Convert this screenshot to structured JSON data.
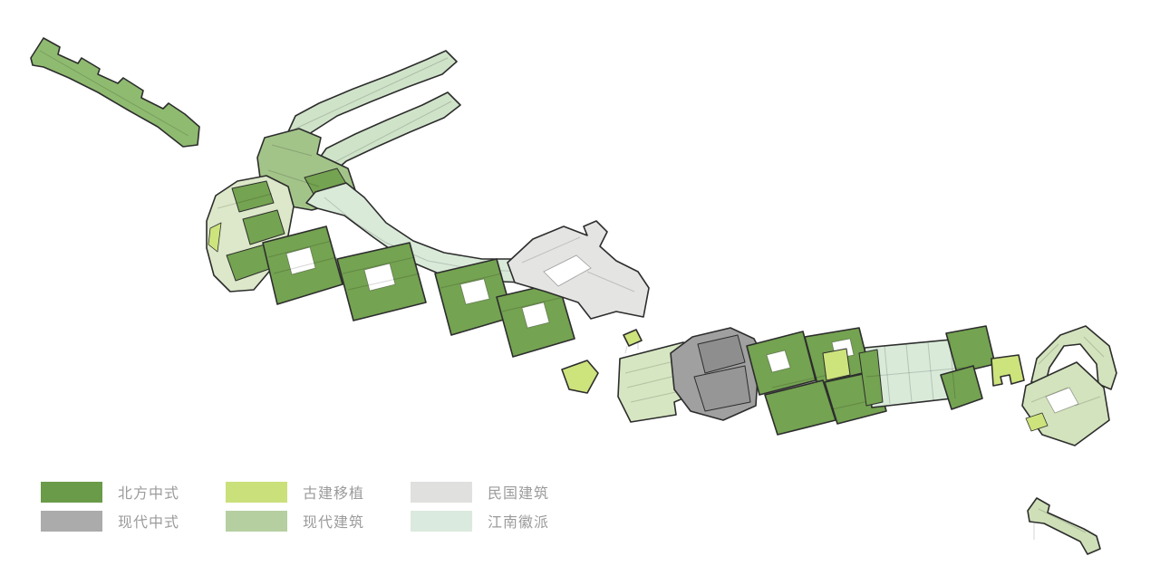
{
  "legend": {
    "items": [
      {
        "id": "north-chinese",
        "label": "北方中式",
        "color": "#6a9b48"
      },
      {
        "id": "modern-chinese",
        "label": "现代中式",
        "color": "#ababab"
      },
      {
        "id": "ancient-transplant",
        "label": "古建移植",
        "color": "#c9e07b"
      },
      {
        "id": "modern-architecture",
        "label": "现代建筑",
        "color": "#b6cfa1"
      },
      {
        "id": "republic-era",
        "label": "民国建筑",
        "color": "#e0e0df"
      },
      {
        "id": "jiangnan-hui",
        "label": "江南徽派",
        "color": "#daeade"
      }
    ]
  },
  "map": {
    "outline_color": "#2d2d2d",
    "hole_fill": "#ffffff",
    "detail_line_color": "rgba(0,0,0,0.16)",
    "clusters": [
      {
        "id": "northwest-ribbon",
        "style": "现代建筑",
        "fill": "#8fbb70",
        "polys": [
          {
            "p": "34,64 48,42 66,52 64,60 86,70 90,64 110,76 108,82 130,92 136,86 158,100 156,108 180,120 186,114 204,126 220,140 218,160 202,162 174,140 142,122 108,102 76,86 48,74 36,72"
          }
        ],
        "lines": [
          "44,56 208,150"
        ]
      },
      {
        "id": "upper-terrace-row",
        "style": "江南徽派",
        "fill": "#cfe3c9",
        "polys": [
          {
            "p": "316,150 326,128 352,114 390,98 432,82 470,66 492,56 504,68 488,82 450,96 410,112 372,128 344,146 330,160"
          }
        ],
        "lines": [
          "326,142 494,64"
        ]
      },
      {
        "id": "lower-terrace-row",
        "style": "江南徽派",
        "fill": "#cfe3c9",
        "polys": [
          {
            "p": "346,184 360,164 392,148 428,132 466,116 494,102 508,116 490,130 452,146 416,162 382,178 364,194 354,202"
          }
        ],
        "lines": [
          "356,186 498,112"
        ]
      },
      {
        "id": "junction-block",
        "style": "现代建筑",
        "fill": "#a3c489",
        "polys": [
          {
            "p": "292,152 330,142 354,152 350,170 384,186 392,210 374,224 344,232 310,226 288,204 284,174"
          },
          {
            "p": "336,196 372,186 384,206 348,218",
            "f": "#74a351",
            "sw": 1
          }
        ],
        "lines": [
          "300,160 344,172",
          "296,188 352,206"
        ]
      },
      {
        "id": "south-arcade",
        "style": "江南徽派",
        "fill": "#d9ead9",
        "polys": [
          {
            "p": "348,212 382,202 402,218 426,246 456,266 490,279 532,286 578,286 622,284 646,290 650,308 620,310 578,312 530,310 484,302 446,286 412,262 380,238 350,230 338,224"
          }
        ],
        "lines": [
          "358,218 392,246 426,268 472,288 528,298 586,300 644,298"
        ]
      },
      {
        "id": "west-court",
        "style": "现代建筑",
        "fill": "#dce8c9",
        "polys": [
          {
            "p": "238,216 262,200 294,194 318,206 324,228 318,260 302,294 280,320 254,322 236,304 228,274 228,244"
          },
          {
            "p": "232,252 244,246 240,278 230,270",
            "f": "#cde37c",
            "sw": 0.8
          },
          {
            "p": "256,208 294,200 302,224 264,234",
            "f": "#74a351",
            "sw": 1
          },
          {
            "p": "268,242 306,232 314,258 276,270",
            "f": "#74a351",
            "sw": 1
          },
          {
            "p": "250,282 292,270 300,296 260,310",
            "f": "#74a351",
            "sw": 1
          }
        ],
        "lines": [
          "240,230 300,214"
        ]
      },
      {
        "id": "courtyard-block-1",
        "style": "北方中式",
        "fill": "#74a351",
        "polys": [
          {
            "p": "290,268 360,250 378,314 306,336"
          }
        ],
        "holes": [
          "316,280 342,273 348,296 322,303"
        ],
        "lines": [
          "296,284 366,266",
          "302,302 372,284"
        ]
      },
      {
        "id": "courtyard-block-2",
        "style": "北方中式",
        "fill": "#74a351",
        "polys": [
          {
            "p": "372,286 452,268 470,334 390,354"
          }
        ],
        "holes": [
          "402,298 430,291 436,314 408,321"
        ],
        "lines": [
          "378,302 458,284",
          "384,320 464,302"
        ]
      },
      {
        "id": "courtyard-block-3",
        "style": "北方中式",
        "fill": "#74a351",
        "polys": [
          {
            "p": "480,302 548,286 566,350 498,370"
          }
        ],
        "holes": [
          "508,314 534,308 540,330 514,336"
        ],
        "lines": [
          "486,318 554,302"
        ]
      },
      {
        "id": "courtyard-block-4",
        "style": "北方中式",
        "fill": "#74a351",
        "polys": [
          {
            "p": "548,328 616,312 634,374 566,394"
          }
        ],
        "holes": [
          "576,340 600,334 606,356 582,362"
        ],
        "lines": [
          "554,344 622,328"
        ]
      },
      {
        "id": "republic-block",
        "style": "民国建筑",
        "fill": "#e4e4e3",
        "polys": [
          {
            "p": "560,290 588,264 622,250 648,260 644,250 658,244 670,256 662,272 680,288 704,300 716,318 710,350 680,344 652,352 638,334 602,322 568,312"
          }
        ],
        "holes": [
          "600,300 636,282 652,296 616,316"
        ],
        "lines": [
          "576,290 640,262",
          "648,300 700,322"
        ]
      },
      {
        "id": "relic-pavilion-south",
        "style": "古建移植",
        "fill": "#cde37c",
        "polys": [
          {
            "p": "620,408 648,398 660,412 648,434 628,430"
          }
        ]
      },
      {
        "id": "relic-bridge",
        "style": "古建移植",
        "fill": "#cde37c",
        "polys": [
          {
            "p": "688,370 702,364 708,376 694,382"
          }
        ],
        "lines": [
          "692,382 690,390",
          "704,378 704,386"
        ]
      },
      {
        "id": "east-pale-hall",
        "style": "现代建筑",
        "fill": "#d6e6c2",
        "polys": [
          {
            "p": "684,396 754,378 768,434 744,444 746,458 696,466 682,438"
          }
        ],
        "lines": [
          "690,412 756,396",
          "692,428 758,412",
          "696,444 750,432"
        ]
      },
      {
        "id": "modern-chinese-block",
        "style": "现代中式",
        "fill": "#a0a0a0",
        "polys": [
          {
            "p": "740,390 764,372 806,362 832,374 838,386 834,448 798,464 762,454 744,430"
          },
          {
            "p": "770,380 814,370 822,400 778,412",
            "f": "#8e8e8e",
            "sw": 1
          },
          {
            "p": "766,416 822,404 828,444 778,454",
            "f": "#969696",
            "sw": 1
          }
        ]
      },
      {
        "id": "east-courtyards",
        "style": "北方中式",
        "fill": "#74a351",
        "polys": [
          {
            "p": "824,382 886,366 900,420 838,436"
          },
          {
            "p": "888,372 948,362 960,410 902,424"
          },
          {
            "p": "844,436 908,420 922,464 858,480"
          },
          {
            "p": "910,422 966,410 978,454 924,468"
          }
        ],
        "holes": [
          "846,392 866,387 872,406 852,411",
          "918,378 938,374 942,392 922,396"
        ],
        "lines": [
          "852,428 914,414",
          "918,452 972,440"
        ]
      },
      {
        "id": "relic-patch-east",
        "style": "古建移植",
        "fill": "#cde37c",
        "polys": [
          {
            "p": "908,390 934,385 938,414 912,420",
            "sw": 1
          }
        ]
      },
      {
        "id": "hui-terrace-east",
        "style": "江南徽派",
        "fill": "#d9ead9",
        "polys": [
          {
            "p": "954,384 1060,374 1068,438 962,450"
          },
          {
            "p": "948,390 968,386 974,444 956,448",
            "f": "#74a351",
            "sw": 1
          },
          {
            "p": "1044,368 1088,360 1098,402 1056,412",
            "f": "#74a351"
          },
          {
            "p": "1038,414 1074,404 1084,440 1050,452",
            "f": "#74a351"
          }
        ],
        "lines": [
          "976,382 982,446",
          "1000,380 1006,444",
          "1024,378 1030,442",
          "1048,376 1054,440",
          "956,416 1064,406"
        ]
      },
      {
        "id": "relic-pavilion-east",
        "style": "古建移植",
        "fill": "#cde37c",
        "polys": [
          {
            "p": "1094,396 1124,392 1130,420 1116,424 1114,414 1104,416 1106,424 1096,426"
          }
        ]
      },
      {
        "id": "northeast-hook",
        "style": "现代建筑",
        "fill": "#d3e3bd",
        "polys": [
          {
            "p": "1138,422 1144,396 1170,370 1198,360 1224,382 1232,412 1226,430 1212,424 1210,402 1192,380 1174,382 1158,406 1154,422"
          },
          {
            "p": "1132,426 1188,400 1218,428 1224,464 1186,492 1150,480 1128,448"
          },
          {
            "p": "1132,462 1150,456 1156,470 1138,476",
            "f": "#cde37c",
            "sw": 0.8
          }
        ],
        "holes": [
          "1154,438 1180,428 1190,446 1164,456"
        ],
        "lines": [
          "1146,402 1168,380",
          "1196,372 1218,394",
          "1138,444 1178,428",
          "1186,448 1214,438"
        ]
      },
      {
        "id": "southeast-footbridge",
        "style": "现代建筑",
        "fill": "#cfe0b8",
        "polys": [
          {
            "p": "1134,564 1144,550 1158,558 1156,566 1196,584 1210,592 1214,606 1200,612 1192,598 1152,578 1136,576"
          }
        ],
        "lines": [
          "1146,562 1198,588",
          "1141,578 1141,596"
        ]
      }
    ]
  }
}
